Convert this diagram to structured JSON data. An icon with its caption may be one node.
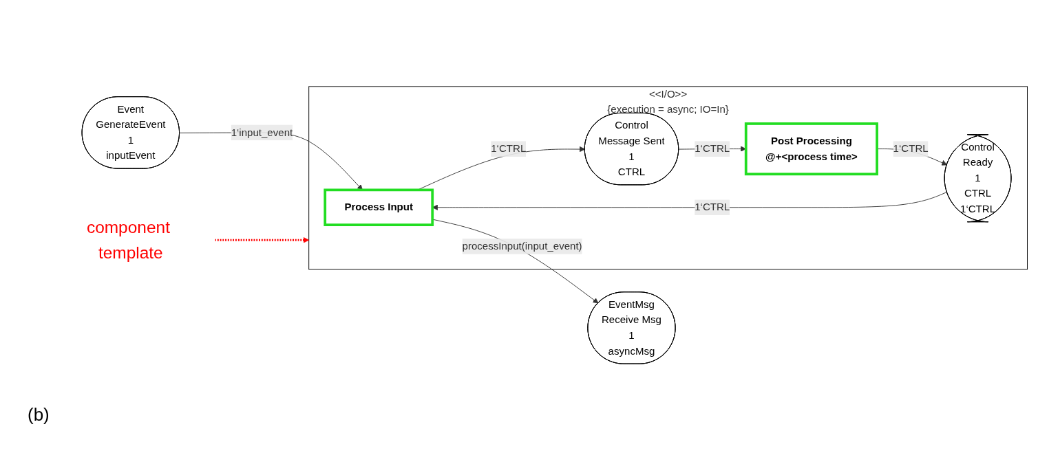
{
  "diagram": {
    "nodes": [
      {
        "text": [
          "component template"
        ]
      },
      {
        "text": [
          "Event",
          "GenerateEvent",
          "1",
          "inputEvent"
        ]
      },
      {
        "text": [
          "<<I/O>>",
          "{execution = async; IO=In}"
        ]
      },
      {
        "text": [
          "Process Input"
        ],
        "in": 2
      },
      {
        "text": [
          "Control",
          "Message Sent",
          "1",
          "CTRL"
        ],
        "in": 2
      },
      {
        "text": [
          "Post Processing",
          "@+<process time>"
        ],
        "in": 2
      },
      {
        "text": [
          "Control",
          "Ready",
          "1",
          "CTRL",
          "1‘CTRL"
        ],
        "in": 2
      },
      {
        "text": [
          "EventMsg",
          "Receive Msg",
          "1",
          "asyncMsg"
        ]
      }
    ],
    "edges": [
      {
        "from": 0,
        "to": 2,
        "arrow": "to",
        "style": "dashed",
        "color": "#ff0000"
      },
      {
        "from": 1,
        "to": 3,
        "arrow": "to",
        "label": "1‘input_event"
      },
      {
        "from": 3,
        "to": 7,
        "arrow": "to",
        "label": "processInput(input_event)"
      },
      {
        "from": 3,
        "to": 4,
        "arrow": "to",
        "label": "1‘CTRL"
      },
      {
        "from": 4,
        "to": 5,
        "arrow": "to",
        "label": "1‘CTRL"
      },
      {
        "from": 5,
        "to": 6,
        "arrow": "to",
        "label": "1‘CTRL"
      },
      {
        "from": 6,
        "to": 3,
        "arrow": "to",
        "label": "1‘CTRL"
      }
    ],
    "labels": [
      "(b)"
    ]
  }
}
